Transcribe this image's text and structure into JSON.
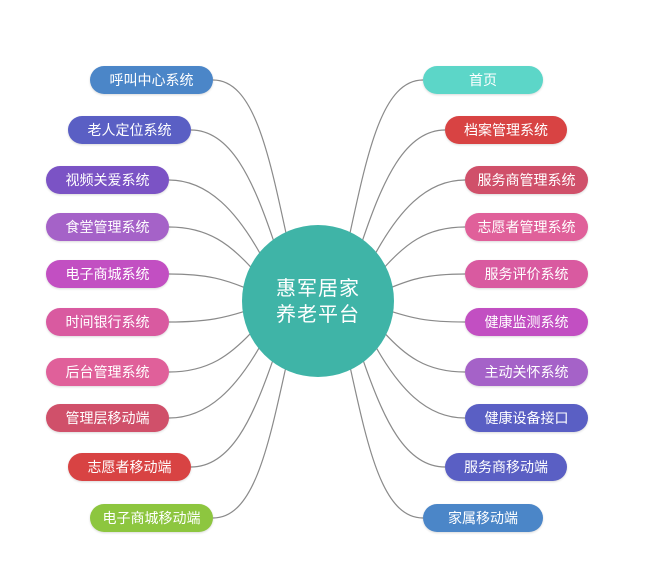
{
  "center": {
    "line1": "惠军居家",
    "line2": "养老平台",
    "color": "#3fb4a7"
  },
  "line_color": "#8a8a8a",
  "left_nodes": [
    {
      "label": "呼叫中心系统",
      "color": "#4b86c8"
    },
    {
      "label": "老人定位系统",
      "color": "#5a5fc4"
    },
    {
      "label": "视频关爱系统",
      "color": "#7b53c5"
    },
    {
      "label": "食堂管理系统",
      "color": "#a562c8"
    },
    {
      "label": "电子商城系统",
      "color": "#c24fc2"
    },
    {
      "label": "时间银行系统",
      "color": "#d95aa0"
    },
    {
      "label": "后台管理系统",
      "color": "#e0609a"
    },
    {
      "label": "管理层移动端",
      "color": "#d0506a"
    },
    {
      "label": "志愿者移动端",
      "color": "#d84343"
    },
    {
      "label": "电子商城移动端",
      "color": "#8dc63f"
    }
  ],
  "right_nodes": [
    {
      "label": "首页",
      "color": "#5cd6c8"
    },
    {
      "label": "档案管理系统",
      "color": "#d84343"
    },
    {
      "label": "服务商管理系统",
      "color": "#d0506a"
    },
    {
      "label": "志愿者管理系统",
      "color": "#e0609a"
    },
    {
      "label": "服务评价系统",
      "color": "#d95aa0"
    },
    {
      "label": "健康监测系统",
      "color": "#c24fc2"
    },
    {
      "label": "主动关怀系统",
      "color": "#a562c8"
    },
    {
      "label": "健康设备接口",
      "color": "#5a5fc4"
    },
    {
      "label": "服务商移动端",
      "color": "#5a5fc4"
    },
    {
      "label": "家属移动端",
      "color": "#4b86c8"
    }
  ]
}
